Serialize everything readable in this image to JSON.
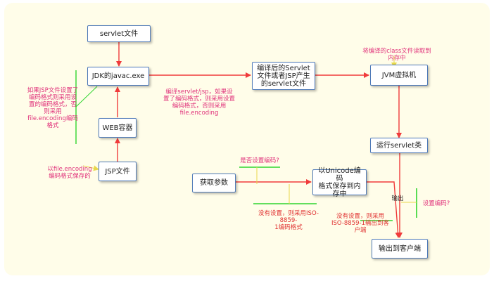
{
  "boxes": {
    "servlet_file": "servlet文件",
    "javac": "JDK的javac.exe",
    "web_container": "WEB容器",
    "jsp_file": "JSP文件",
    "compiled_servlet": "编译后的Servlet\n文件或者JSP产生\n的servlet文件",
    "jvm": "JVM虚拟机",
    "run_servlet": "运行servlet类",
    "get_params": "获取参数",
    "unicode_save": "以Unicode编码\n格式保存到内\n存中",
    "output_client": "输出到客户端"
  },
  "notes": {
    "jsp_encoding": "如果JSP文件设置了\n编码格式则采用设\n置的编码格式，否\n则采用\nfile.encoding编码\n格式",
    "save_encoding": "以file.encoding\n编码格式保存的",
    "compile_encoding": "编译servlet/jsp，如果设\n置了编码格式，则采用设置\n编码格式，否则采用\nfile.encoding",
    "class_load": "将编译的class文件读取到\n内存中",
    "has_encoding": "是否设置编码?",
    "iso_decode": "没有设置，则采用ISO-8859-\n1编码格式",
    "iso_output": "没有设置，则采用\nISO-8859-1输出到客\n户端",
    "output": "输出",
    "set_encoding": "设置编码?"
  },
  "colors": {
    "arrow": "#f03b3b",
    "box_border": "#4f7ab8",
    "note_pink": "#e0317a",
    "note_red": "#e03030",
    "check_green": "#2fd52f",
    "canvas": "#fffde9"
  }
}
